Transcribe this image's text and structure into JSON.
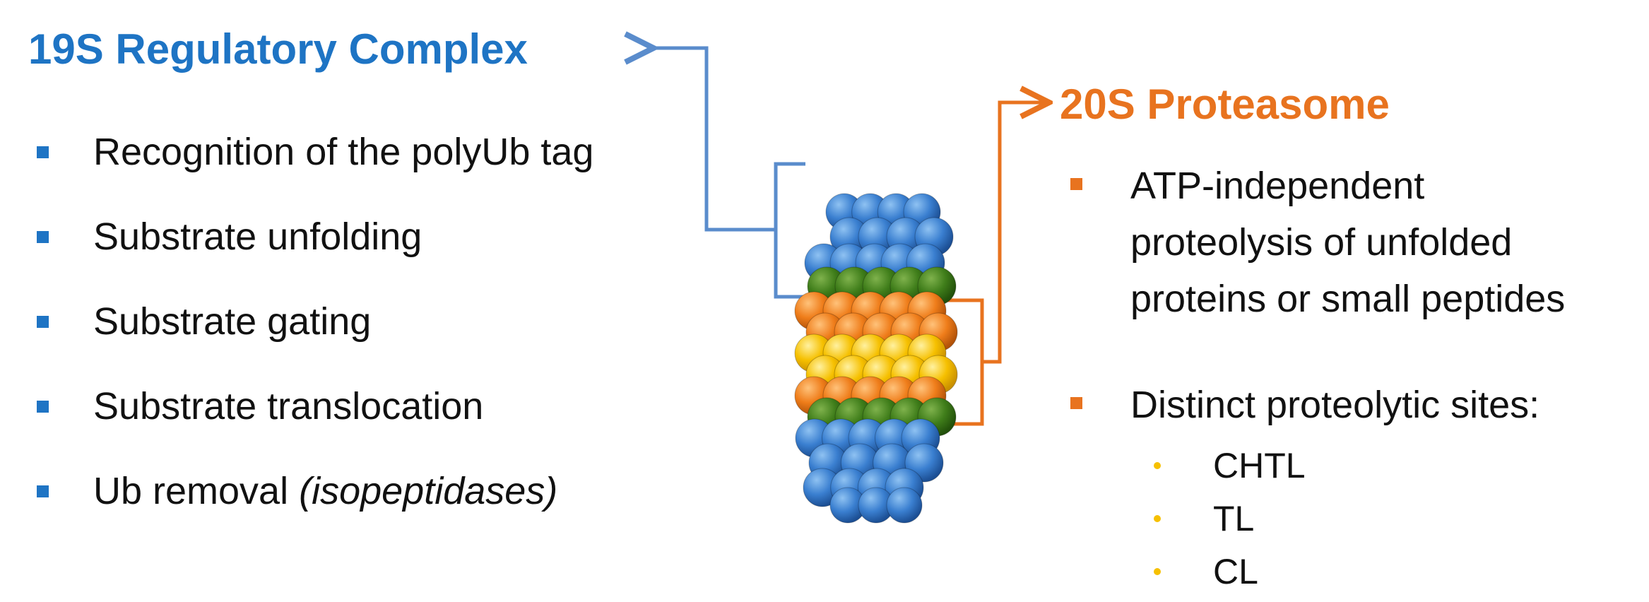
{
  "regulatory": {
    "title": "19S Regulatory Complex",
    "color": "#1e74c4",
    "items": [
      {
        "text": "Recognition of the polyUb tag"
      },
      {
        "text": "Substrate unfolding"
      },
      {
        "text": "Substrate gating"
      },
      {
        "text": "Substrate translocation"
      },
      {
        "text": "Ub removal ",
        "italic": "(isopeptidases)"
      }
    ]
  },
  "proteasome": {
    "title": "20S Proteasome",
    "color": "#e8731f",
    "items": [
      {
        "lines": [
          "ATP-independent",
          "proteolysis of unfolded",
          "proteins or small peptides"
        ]
      },
      {
        "lines": [
          "Distinct proteolytic sites:"
        ]
      }
    ],
    "sites": [
      "CHTL",
      "TL",
      "CL"
    ],
    "site_bullet_color": "#f6c000"
  },
  "structure_colors": {
    "cap": "#3a7fd0",
    "alpha_ring": "#3f7d1a",
    "beta_outer": "#ef7d1a",
    "beta_inner": "#f6c000"
  }
}
